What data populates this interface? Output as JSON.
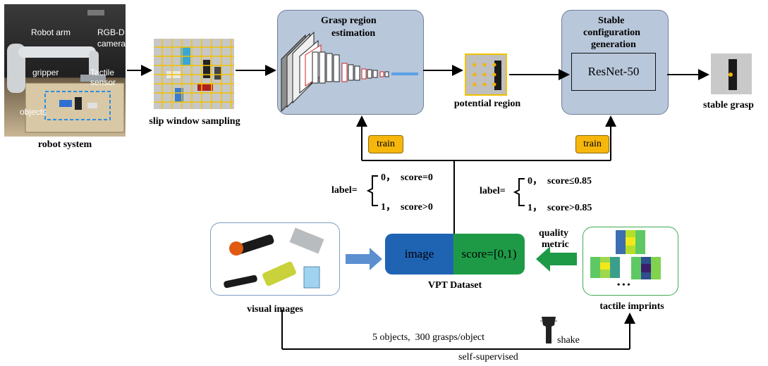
{
  "robot_system": {
    "caption": "robot system",
    "labels": {
      "robot_arm": "Robot arm",
      "rgbd_camera_1": "RGB-D",
      "rgbd_camera_2": "camera",
      "gripper": "gripper",
      "tactile_1": "Tactile",
      "tactile_2": "sensor",
      "objects": "objects"
    }
  },
  "slip_window": {
    "caption": "slip window sampling"
  },
  "grasp_region": {
    "title_line1": "Grasp region",
    "title_line2": "estimation"
  },
  "potential_region": {
    "caption": "potential region"
  },
  "stable_config": {
    "title_line1": "Stable",
    "title_line2": "configuration",
    "title_line3": "generation",
    "network": "ResNet-50"
  },
  "stable_grasp": {
    "caption": "stable grasp"
  },
  "train_labels": {
    "left": "train",
    "right": "train"
  },
  "label_rule_left": {
    "prefix": "label=",
    "row1": "0，  score=0",
    "row2": "1，  score>0"
  },
  "label_rule_right": {
    "prefix": "label=",
    "row1": "0，  score≤0.85",
    "row2": "1，  score>0.85"
  },
  "dataset": {
    "image_label": "image",
    "score_label": "score=[0,1)",
    "caption": "VPT Dataset"
  },
  "quality_metric": {
    "line1": "quality",
    "line2": "metric"
  },
  "visual_images": {
    "caption": "visual images"
  },
  "tactile_imprints": {
    "caption": "tactile imprints",
    "ellipsis": "• • •"
  },
  "bottom_flow": {
    "objects_text": "5 objects,  300 grasps/object",
    "shake_text": "shake",
    "self_supervised": "self-supervised"
  },
  "colors": {
    "panel_fill": "#b8c7da",
    "train_fill": "#f6b60c",
    "dataset_blue": "#1f63b3",
    "dataset_green": "#1e9a47",
    "visual_border": "#7f9bc4",
    "tactile_border": "#3faa55",
    "arrow_blue": "#5b8fd0",
    "arrow_green": "#1e9a47",
    "grid_line": "#f2c200"
  }
}
